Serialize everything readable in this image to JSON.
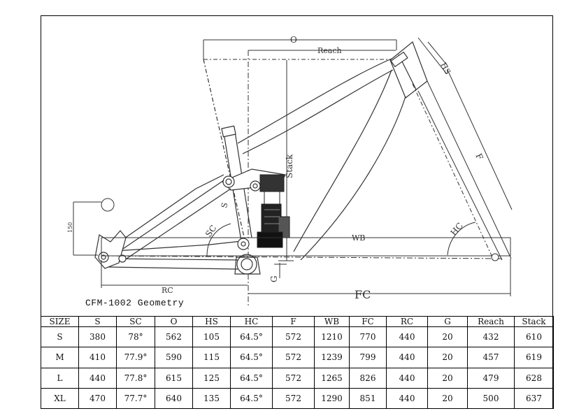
{
  "caption": "CFM-1002 Geometry",
  "labels": {
    "O": "O",
    "Reach": "Reach",
    "HS": "HS",
    "F": "F",
    "Stack": "Stack",
    "S": "S",
    "SC": "SC",
    "WB": "WB",
    "HC": "HC",
    "RC": "RC",
    "FC": "FC",
    "G": "G",
    "dim150": "150"
  },
  "table": {
    "headers": [
      "SIZE",
      "S",
      "SC",
      "O",
      "HS",
      "HC",
      "F",
      "WB",
      "FC",
      "RC",
      "G",
      "Reach",
      "Stack"
    ],
    "rows": [
      [
        "S",
        "380",
        "78°",
        "562",
        "105",
        "64.5°",
        "572",
        "1210",
        "770",
        "440",
        "20",
        "432",
        "610"
      ],
      [
        "M",
        "410",
        "77.9°",
        "590",
        "115",
        "64.5°",
        "572",
        "1239",
        "799",
        "440",
        "20",
        "457",
        "619"
      ],
      [
        "L",
        "440",
        "77.8°",
        "615",
        "125",
        "64.5°",
        "572",
        "1265",
        "826",
        "440",
        "20",
        "479",
        "628"
      ],
      [
        "XL",
        "470",
        "77.7°",
        "640",
        "135",
        "64.5°",
        "572",
        "1290",
        "851",
        "440",
        "20",
        "500",
        "637"
      ]
    ]
  }
}
